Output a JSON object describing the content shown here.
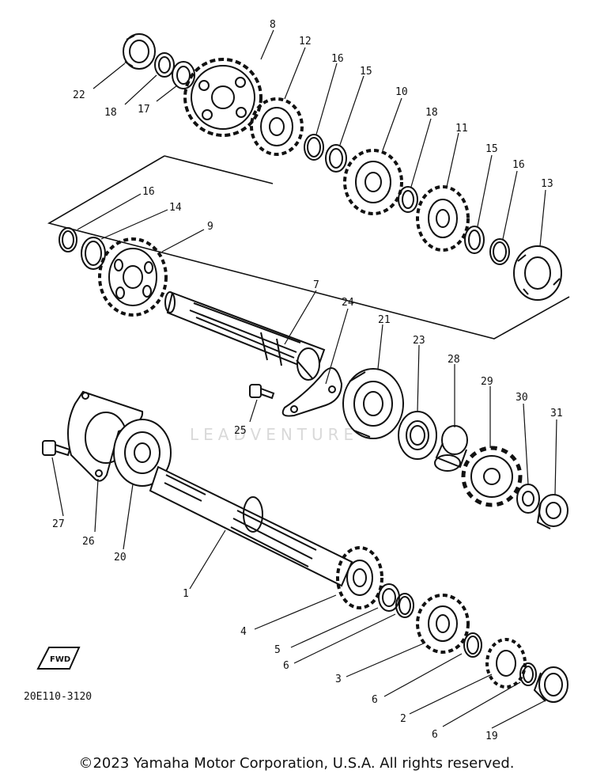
{
  "callouts": [
    {
      "num": "8"
    },
    {
      "num": "12"
    },
    {
      "num": "16"
    },
    {
      "num": "15"
    },
    {
      "num": "10"
    },
    {
      "num": "18"
    },
    {
      "num": "11"
    },
    {
      "num": "15"
    },
    {
      "num": "16"
    },
    {
      "num": "13"
    },
    {
      "num": "22"
    },
    {
      "num": "18"
    },
    {
      "num": "17"
    },
    {
      "num": "16"
    },
    {
      "num": "14"
    },
    {
      "num": "9"
    },
    {
      "num": "7"
    },
    {
      "num": "24"
    },
    {
      "num": "21"
    },
    {
      "num": "23"
    },
    {
      "num": "28"
    },
    {
      "num": "29"
    },
    {
      "num": "30"
    },
    {
      "num": "31"
    },
    {
      "num": "25"
    },
    {
      "num": "27"
    },
    {
      "num": "26"
    },
    {
      "num": "20"
    },
    {
      "num": "1"
    },
    {
      "num": "4"
    },
    {
      "num": "5"
    },
    {
      "num": "6"
    },
    {
      "num": "3"
    },
    {
      "num": "6"
    },
    {
      "num": "2"
    },
    {
      "num": "6"
    },
    {
      "num": "19"
    }
  ],
  "diagram_code": "20E110-3120",
  "fwd_label": "FWD",
  "watermark": "LEADVENTURE",
  "copyright": "©2023 Yamaha Motor Corporation, U.S.A. All rights reserved."
}
